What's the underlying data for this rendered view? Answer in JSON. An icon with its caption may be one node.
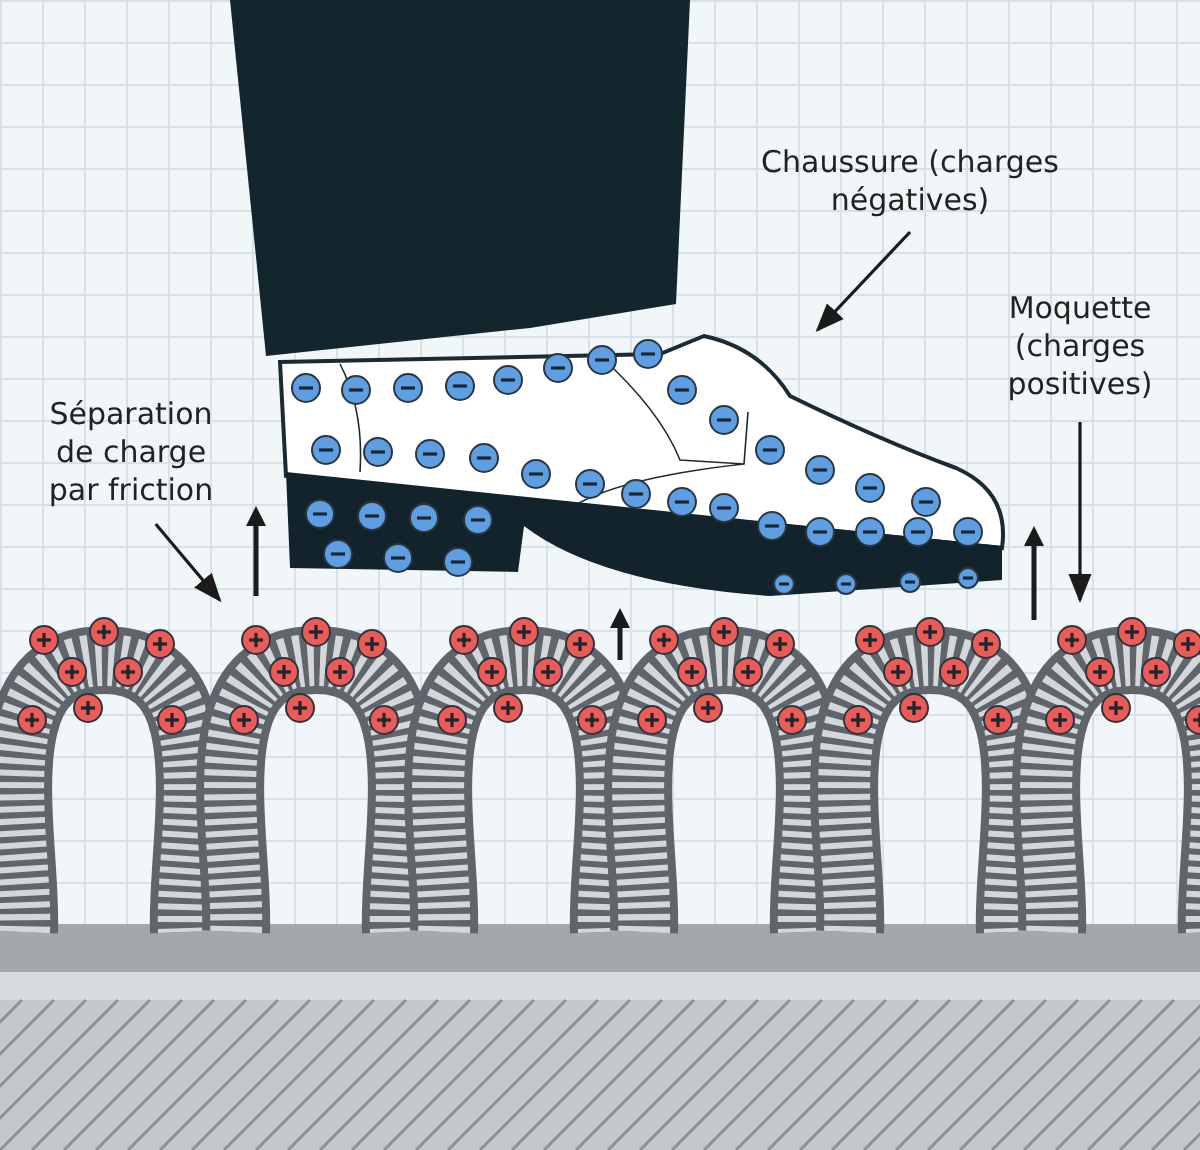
{
  "diagram": {
    "nodes": [
      {
        "text": [
          "Chaussure (charges négatives)"
        ]
      },
      {
        "text": [],
        "shape": "picture"
      },
      {
        "text": [
          "Moquette (charges positives)"
        ]
      },
      {
        "text": [],
        "shape": "picture"
      },
      {
        "text": [
          "Séparation de charge par friction"
        ]
      }
    ],
    "edges": [
      {
        "from": 0,
        "to": 1,
        "arrow": "to"
      },
      {
        "from": 2,
        "to": 3,
        "arrow": "to"
      },
      {
        "from": 4,
        "to": 3,
        "arrow": "to"
      }
    ]
  }
}
